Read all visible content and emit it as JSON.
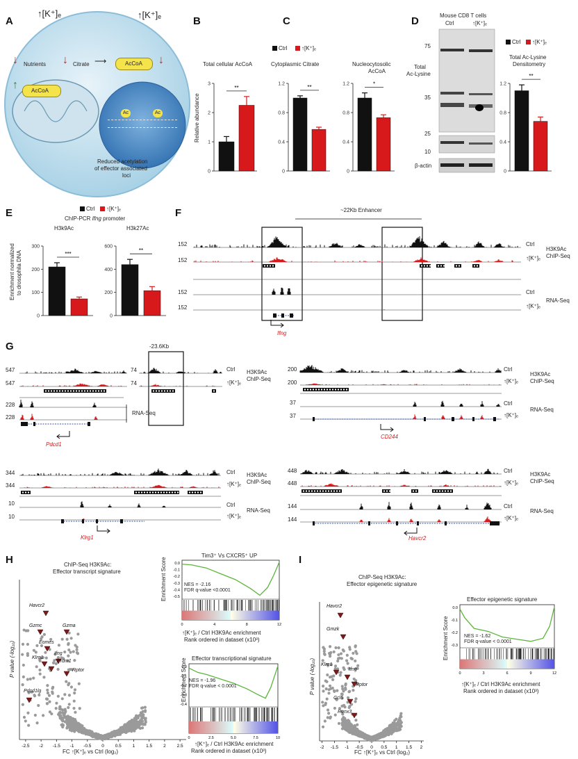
{
  "colors": {
    "ctrl": "#111111",
    "k": "#d7191c",
    "volcano": "#9a9a9a",
    "highlight": "#7a1a1a",
    "gsea": "#5bb53b"
  },
  "panelA": {
    "label": "A",
    "k_left": "↑[K⁺]ₑ",
    "k_right": "↑[K⁺]ₑ",
    "nutrients": "Nutrients",
    "citrate": "Citrate",
    "acoa1": "AcCoA",
    "acoa2": "AcCoA",
    "ac1": "Ac",
    "ac2": "Ac",
    "caption1": "Reduced acetylation",
    "caption2": "of effector associated",
    "caption3": "loci"
  },
  "legendCtrl": "Ctrl",
  "legendK": "↑[K⁺]ₑ",
  "panelB": {
    "label": "B",
    "title": "Total cellular AcCoA",
    "ylabel": "Relative abundance",
    "sig": "**"
  },
  "panelC": {
    "label": "C",
    "title1": "Cytoplasmic Citrate",
    "title2a": "Nucleocytosolic",
    "title2b": "AcCoA",
    "sig1": "**",
    "sig2": "*"
  },
  "panelD": {
    "label": "D",
    "header1": "Mouse CD8 T cells",
    "col1": "Ctrl",
    "col2": "↑[K⁺]ₑ",
    "m75": "75",
    "m35": "35",
    "m25": "25",
    "m10": "10",
    "blotlabel1": "Total",
    "blotlabel2": "Ac-Lysine",
    "actin": "β-actin",
    "densi1": "Total Ac-Lysine",
    "densi2": "Densitometry",
    "sig": "**"
  },
  "panelE": {
    "label": "E",
    "title": "ChIP-PCR",
    "gene": "Ifng",
    "suffix": "promoter",
    "sub1": "H3k9Ac",
    "sub2": "H3k27Ac",
    "ylabel1": "Enrichment normalized",
    "ylabel2": "to drosophila DNA",
    "sig1": "***",
    "sig2": "**"
  },
  "panelF": {
    "label": "F",
    "enhancer": "~22Kb  Enhancer",
    "s1": "152",
    "s2": "152",
    "s3": "152",
    "s4": "152",
    "ctrl": "Ctrl",
    "k": "↑[K⁺]ₑ",
    "chip1": "H3K9Ac",
    "chip2": "ChIP-Seq",
    "rna": "RNA-Seq",
    "gene": "Ifng"
  },
  "panelG": {
    "label": "G",
    "dist": "-23.6Kb",
    "pd_s1": "547",
    "pd_s2": "547",
    "pd_s3": "228",
    "pd_s4": "228",
    "pd_s5": "74",
    "pd_s6": "74",
    "pd_gene": "Pdcd1",
    "cd_s1": "200",
    "cd_s2": "200",
    "cd_s3": "37",
    "cd_s4": "37",
    "cd_gene": "CD244",
    "kl_s1": "344",
    "kl_s2": "344",
    "kl_s3": "10",
    "kl_s4": "10",
    "kl_gene": "Klrg1",
    "hv_s1": "448",
    "hv_s2": "448",
    "hv_s3": "144",
    "hv_s4": "144",
    "hv_gene": "Havcr2",
    "ctrl": "Ctrl",
    "k": "↑[K⁺]ₑ",
    "chip1": "H3K9Ac",
    "chip2": "ChIP-Seq",
    "rna": "RNA-Seq"
  },
  "panelH": {
    "label": "H",
    "title1": "ChIP-Seq H3K9Ac:",
    "title2": "Effector transcript signature",
    "ylabel": "P value (-log₁₀)",
    "xlabel": "FC ↑[K⁺]ₑ vs Ctrl (log₂)",
    "xticks": [
      "-2.5",
      "-2",
      "-1.5",
      "-1",
      "-0.5",
      "0",
      "0.5",
      "1",
      "1.5",
      "2",
      "2.5"
    ],
    "genes": [
      "Havcr2",
      "Gzmc",
      "Gzma",
      "Eomes",
      "Klrg1",
      "Ifng",
      "Prdm1",
      "Rptor",
      "Pdcd1lg"
    ],
    "gsea1": {
      "title": "Tim3⁺ Vs CXCR5⁺ UP",
      "nes": "NES = -2.16",
      "fdr": "FDR q-value <0.0001",
      "yticks": [
        "0.0",
        "-0.1",
        "-0.2",
        "-0.3",
        "-0.4",
        "-0.5"
      ],
      "xticks": [
        "0",
        "4",
        "8",
        "12"
      ],
      "ylabel": "Enrichment Score",
      "xl1": "↑[K⁺]ₑ / Ctrl H3K9Ac enrichment",
      "xl2": "Rank ordered in dataset (x10³)"
    },
    "gsea2": {
      "title": "Effector transcriptional signature",
      "nes": "NES = -1.96",
      "fdr": "FDR q-value < 0.0001",
      "yticks": [
        "0.0",
        "-0.1",
        "-0.2",
        "-0.3",
        "-0.4"
      ],
      "xticks": [
        "0",
        "2.5",
        "5.0",
        "7.5",
        "10"
      ],
      "ylabel": "Enrichment Score",
      "xl1": "↑[K⁺]ₑ / Ctrl H3K9Ac enrichment",
      "xl2": "Rank ordered in dataset (x10³)"
    }
  },
  "panelI": {
    "label": "I",
    "title1": "ChIP-Seq H3K9Ac:",
    "title2": "Effector epigenetic signature",
    "ylabel": "P value (-log₁₀)",
    "xlabel": "FC ↑[K⁺]ₑ vs Ctrl (log₂)",
    "xticks": [
      "-2",
      "-1.5",
      "-1",
      "-0.5",
      "0",
      "0.5",
      "1",
      "1.5",
      "2"
    ],
    "genes": [
      "Havcr2",
      "Gmzk",
      "Klrg1",
      "Ifng",
      "Rptor",
      "Ccl5",
      "Runx3"
    ],
    "gsea": {
      "title": "Effector epigenetic signature",
      "nes": "NES = -1.62",
      "fdr": "FDR q-value < 0.0001",
      "yticks": [
        "0.0",
        "-0.1",
        "-0.2",
        "-0.3"
      ],
      "xticks": [
        "0",
        "3",
        "6",
        "9",
        "12"
      ],
      "ylabel": "Enrichment Score",
      "xl1": "↑[K⁺]ₑ / Ctrl H3K9Ac enrichment",
      "xl2": "Rank ordered in dataset (x10³)"
    }
  },
  "chart_data": [
    {
      "type": "bar",
      "panel": "B",
      "title": "Total cellular AcCoA",
      "ylabel": "Relative abundance",
      "categories": [
        "Ctrl",
        "↑[K⁺]ₑ"
      ],
      "values": [
        1.0,
        2.25
      ],
      "errors": [
        0.18,
        0.3
      ],
      "ylim": [
        0,
        3
      ],
      "yticks": [
        "0",
        "1",
        "2",
        "3"
      ]
    },
    {
      "type": "bar",
      "panel": "C1",
      "title": "Cytoplasmic Citrate",
      "categories": [
        "Ctrl",
        "↑[K⁺]ₑ"
      ],
      "values": [
        1.0,
        0.57
      ],
      "errors": [
        0.03,
        0.03
      ],
      "ylim": [
        0,
        1.2
      ],
      "yticks": [
        "0",
        "0.4",
        "0.8",
        "1.2"
      ]
    },
    {
      "type": "bar",
      "panel": "C2",
      "title": "Nucleocytosolic AcCoA",
      "categories": [
        "Ctrl",
        "↑[K⁺]ₑ"
      ],
      "values": [
        1.0,
        0.73
      ],
      "errors": [
        0.07,
        0.04
      ],
      "ylim": [
        0,
        1.2
      ],
      "yticks": [
        "0",
        "0.4",
        "0.8",
        "1.2"
      ]
    },
    {
      "type": "bar",
      "panel": "D",
      "title": "Total Ac-Lysine Densitometry",
      "categories": [
        "Ctrl",
        "↑[K⁺]ₑ"
      ],
      "values": [
        1.1,
        0.68
      ],
      "errors": [
        0.08,
        0.06
      ],
      "ylim": [
        0,
        1.2
      ],
      "yticks": [
        "0",
        "0.4",
        "0.8",
        "1.2"
      ]
    },
    {
      "type": "bar",
      "panel": "E1",
      "title": "H3k9Ac",
      "categories": [
        "Ctrl",
        "↑[K⁺]ₑ"
      ],
      "values": [
        210,
        72
      ],
      "errors": [
        18,
        8
      ],
      "ylim": [
        0,
        300
      ],
      "yticks": [
        "0",
        "100",
        "200",
        "300"
      ]
    },
    {
      "type": "bar",
      "panel": "E2",
      "title": "H3k27Ac",
      "categories": [
        "Ctrl",
        "↑[K⁺]ₑ"
      ],
      "values": [
        440,
        215
      ],
      "errors": [
        45,
        35
      ],
      "ylim": [
        0,
        600
      ],
      "yticks": [
        "0",
        "200",
        "400",
        "600"
      ]
    }
  ]
}
